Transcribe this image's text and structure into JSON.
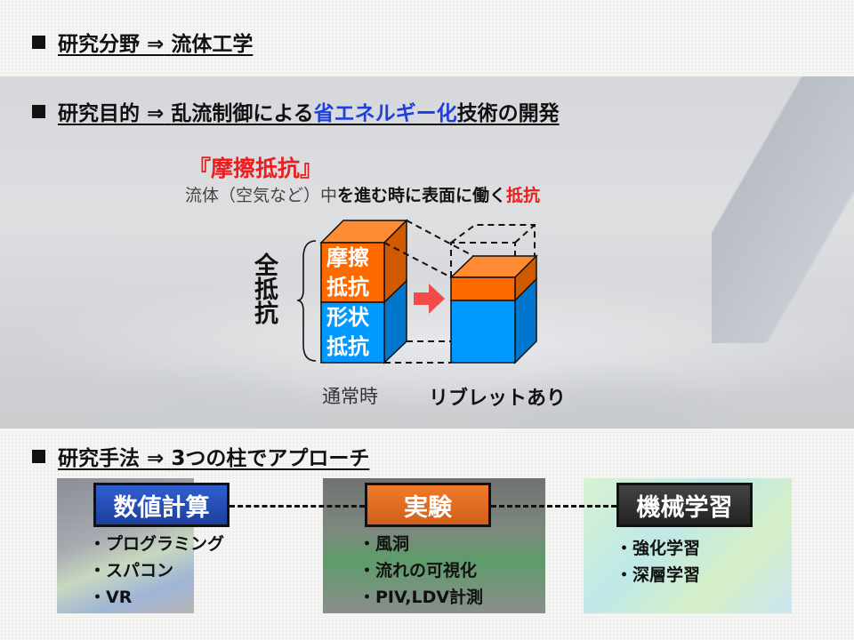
{
  "heading1": {
    "label": "研究分野",
    "arrow": "⇒",
    "value": "流体工学"
  },
  "heading2": {
    "label": "研究目的",
    "arrow": "⇒",
    "pre": "乱流制御による",
    "highlight": "省エネルギー化",
    "post": "技術の開発"
  },
  "friction": {
    "title": "『摩擦抵抗』",
    "desc_gray": "流体（空気など）中",
    "desc_black": "を進む時に表面に働く",
    "desc_red": "抵抗"
  },
  "diagram": {
    "total_label": "全抵抗",
    "friction_label": "摩擦抵抗",
    "shape_label": "形状抵抗",
    "normal_label": "通常時",
    "riblet_label": "リブレットあり"
  },
  "heading3": {
    "label": "研究手法",
    "arrow": "⇒",
    "value": "3つの柱でアプローチ"
  },
  "methods": [
    {
      "name": "数値計算",
      "items": [
        "・プログラミング",
        "・スパコン",
        "・VR"
      ]
    },
    {
      "name": "実験",
      "items": [
        "・風洞",
        "・流れの可視化",
        "・PIV,LDV計測"
      ]
    },
    {
      "name": "機械学習",
      "items": [
        "・強化学習",
        "・深層学習"
      ]
    }
  ],
  "colors": {
    "orange": "#ff6a00",
    "blue": "#0099ff",
    "red": "#ee1c1c",
    "accent_blue": "#1f3fdc"
  }
}
